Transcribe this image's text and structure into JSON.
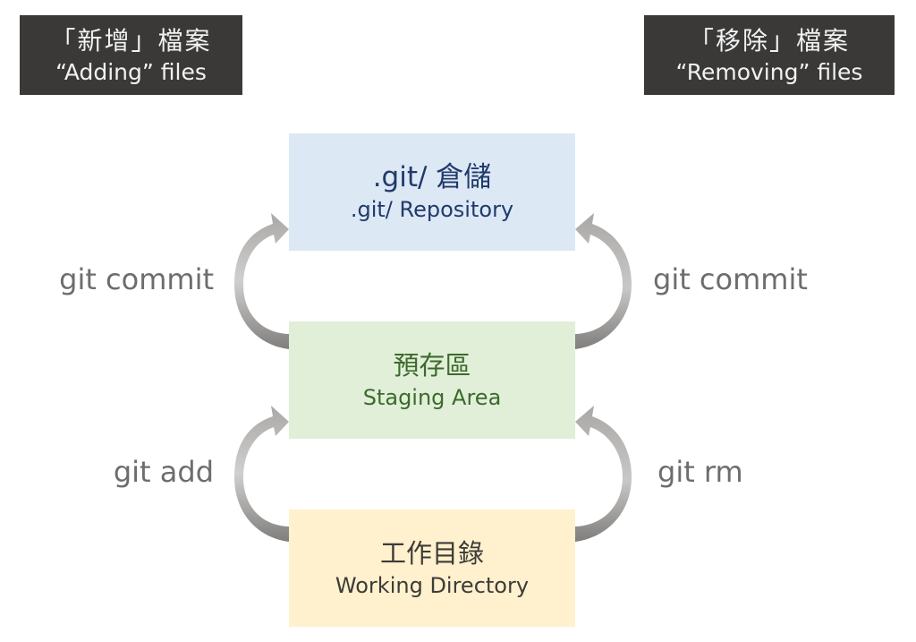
{
  "headers": {
    "adding": {
      "zh": "「新增」檔案",
      "en": "“Adding”  files"
    },
    "removing": {
      "zh": "「移除」檔案",
      "en": "“Removing”  files"
    }
  },
  "stages": {
    "repository": {
      "zh": ".git/ 倉儲",
      "en": ".git/ Repository",
      "color": "#dde8f5"
    },
    "staging": {
      "zh": "預存區",
      "en": "Staging Area",
      "color": "#e1efd9"
    },
    "working": {
      "zh": "工作目錄",
      "en": "Working Directory",
      "color": "#fff1cd"
    }
  },
  "commands": {
    "left": {
      "commit": "git commit",
      "add": "git add"
    },
    "right": {
      "commit": "git commit",
      "rm": "git rm"
    }
  },
  "flows": [
    {
      "side": "left",
      "from": "working",
      "to": "staging",
      "label": "git add"
    },
    {
      "side": "left",
      "from": "staging",
      "to": "repository",
      "label": "git commit"
    },
    {
      "side": "right",
      "from": "working",
      "to": "staging",
      "label": "git rm"
    },
    {
      "side": "right",
      "from": "staging",
      "to": "repository",
      "label": "git commit"
    }
  ],
  "colors": {
    "header_bg": "#3a3938",
    "arrow": "#8f8e8d",
    "command_text": "#6e6d6c"
  }
}
